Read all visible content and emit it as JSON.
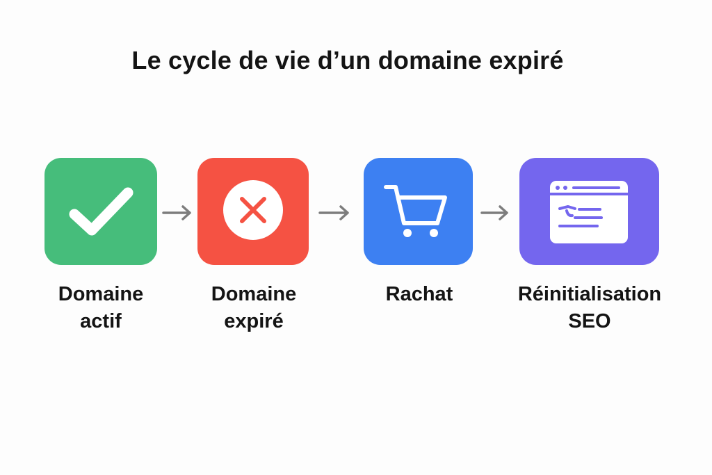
{
  "title": "Le cycle de vie d’un domaine expiré",
  "colors": {
    "step_active": "#46bd7b",
    "step_expired": "#f55243",
    "step_purchase": "#3d80f2",
    "step_seo": "#7466ee",
    "arrow": "#7d7d7d",
    "text": "#141414"
  },
  "steps": [
    {
      "icon": "checkmark-icon",
      "label_lines": [
        "Domaine",
        "actif"
      ]
    },
    {
      "icon": "cross-circle-icon",
      "label_lines": [
        "Domaine",
        "expiré"
      ]
    },
    {
      "icon": "shopping-cart-icon",
      "label_lines": [
        "Rachat"
      ]
    },
    {
      "icon": "browser-window-icon",
      "label_lines": [
        "Réinitialisation",
        "SEO"
      ]
    }
  ]
}
